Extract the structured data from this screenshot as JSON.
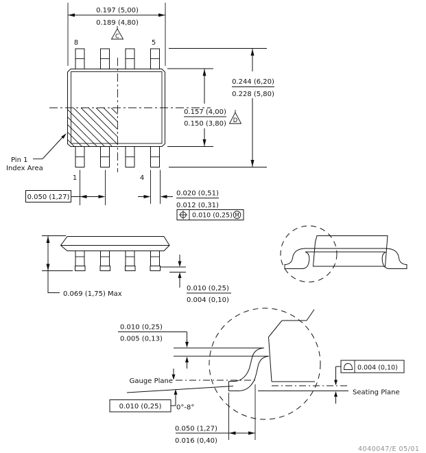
{
  "top_view": {
    "dim_width_max": "0.197 (5,00)",
    "dim_width_min": "0.189 (4,80)",
    "rev_c": "C",
    "rev_d": "D",
    "pin_top_left": "8",
    "pin_top_right": "5",
    "pin_bottom_left": "1",
    "pin_bottom_right": "4",
    "dim_overall_max": "0.244 (6,20)",
    "dim_overall_min": "0.228 (5,80)",
    "dim_body_max": "0.157 (4,00)",
    "dim_body_min": "0.150 (3,80)",
    "pin1_label_line1": "Pin 1",
    "pin1_label_line2": "Index Area",
    "dim_pitch": "0.050 (1,27)",
    "dim_lead_width_max": "0.020 (0,51)",
    "dim_lead_width_min": "0.012 (0,31)",
    "position_tolerance": "0.010 (0,25)",
    "material_condition": "M"
  },
  "side_view": {
    "dim_height": "0.069 (1,75) Max",
    "dim_standoff_max": "0.010 (0,25)",
    "dim_standoff_min": "0.004 (0,10)"
  },
  "detail_view": {
    "dim_thickness_max": "0.010 (0,25)",
    "dim_thickness_min": "0.005 (0,13)",
    "gauge_plane_label": "Gauge Plane",
    "dim_gauge_offset": "0.010 (0,25)",
    "dim_lead_angle": "0°-8°",
    "dim_foot_max": "0.050 (1,27)",
    "dim_foot_min": "0.016 (0,40)",
    "seating_flatness": "0.004 (0,10)",
    "seating_plane_label": "Seating Plane"
  },
  "footer": {
    "doc_number": "4040047/E 05/01"
  }
}
